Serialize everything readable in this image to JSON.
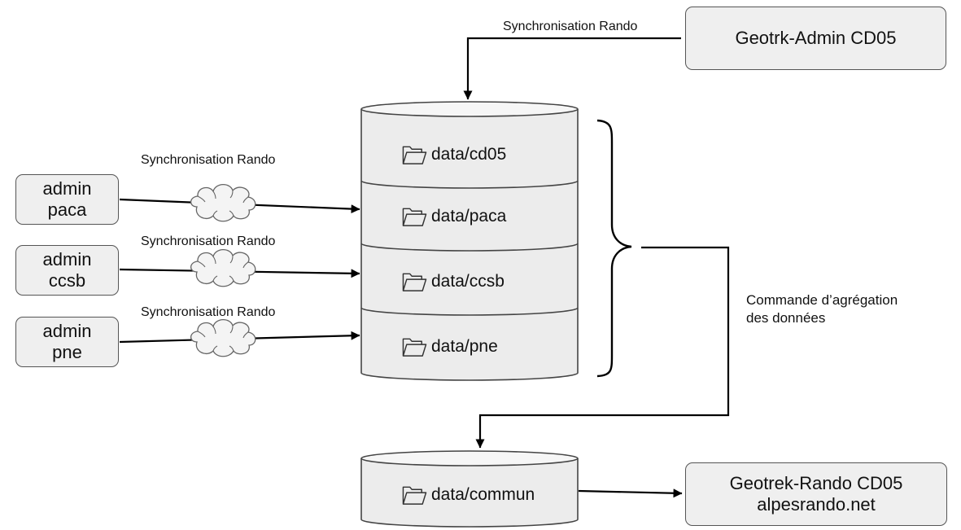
{
  "edge_labels": {
    "top_sync": "Synchronisation Rando",
    "sync_paca": "Synchronisation Rando",
    "sync_ccsb": "Synchronisation Rando",
    "sync_pne": "Synchronisation Rando"
  },
  "nodes": {
    "geotrek_admin": {
      "label": "Geotrk-Admin CD05"
    },
    "admin_paca": {
      "line1": "admin",
      "line2": "paca"
    },
    "admin_ccsb": {
      "line1": "admin",
      "line2": "ccsb"
    },
    "admin_pne": {
      "line1": "admin",
      "line2": "pne"
    },
    "geotrek_rando": {
      "line1": "Geotrek-Rando CD05",
      "line2": "alpesrando.net"
    }
  },
  "database": {
    "segments": [
      {
        "label": "data/cd05"
      },
      {
        "label": "data/paca"
      },
      {
        "label": "data/ccsb"
      },
      {
        "label": "data/pne"
      }
    ]
  },
  "aggregation": {
    "line1": "Commande d’agrégation",
    "line2": "des données"
  },
  "common_db": {
    "label": "data/commun"
  },
  "icons": {
    "folder": "folder-icon",
    "cloud": "cloud-icon",
    "brace": "right-brace"
  },
  "colors": {
    "box_fill": "#efefef",
    "db_fill": "#ececec",
    "stroke": "#444444",
    "line": "#000000"
  }
}
